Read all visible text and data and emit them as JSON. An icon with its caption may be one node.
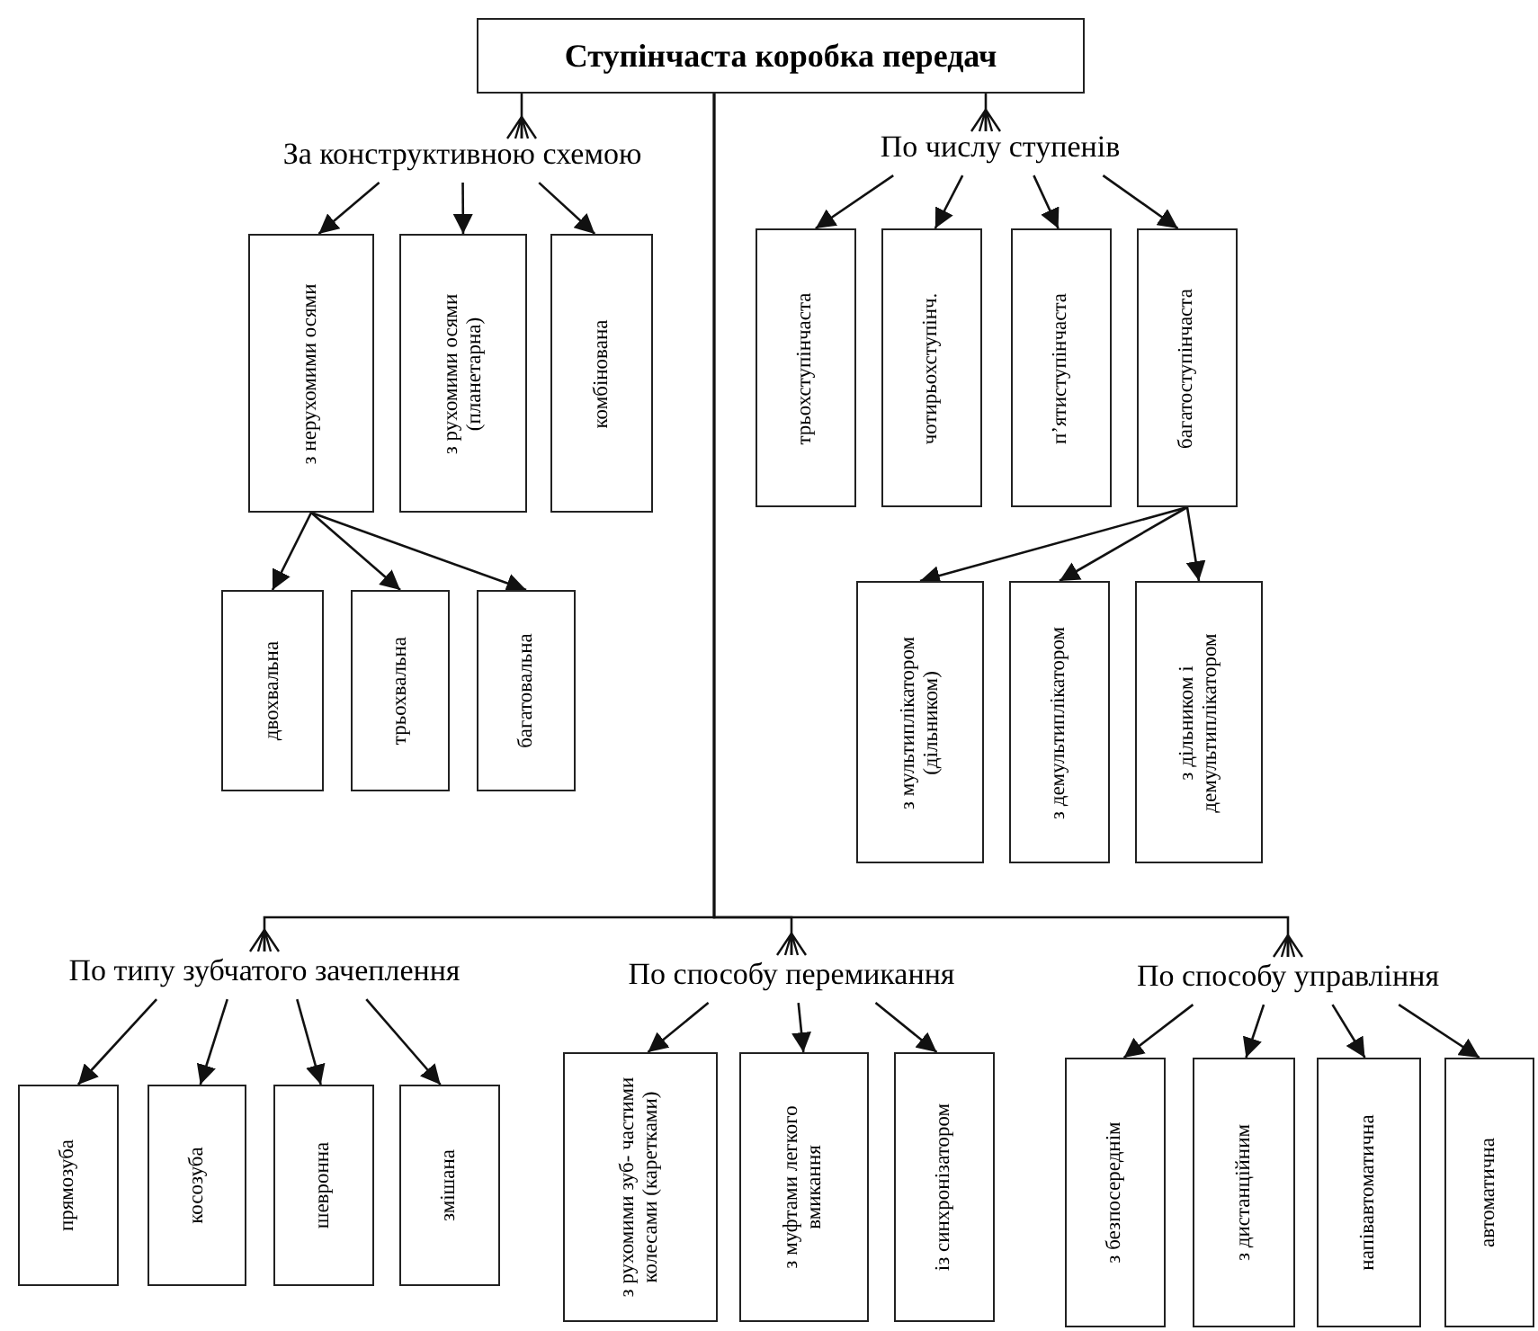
{
  "diagram": {
    "nodes": [
      {
        "text": [
          "Ступінчаста коробка передач"
        ]
      },
      {
        "text": [
          "За конструктивною схемою"
        ]
      },
      {
        "text": [
          "з нерухомими осями"
        ]
      },
      {
        "text": [
          "з рухомими осями (планетарна)"
        ]
      },
      {
        "text": [
          "комбінована"
        ]
      },
      {
        "text": [
          "двохвальна"
        ]
      },
      {
        "text": [
          "трьохвальна"
        ]
      },
      {
        "text": [
          "багатовальна"
        ]
      },
      {
        "text": [
          "По числу ступенів"
        ]
      },
      {
        "text": [
          "трьохступінчаста"
        ]
      },
      {
        "text": [
          "чотирьохступінч."
        ]
      },
      {
        "text": [
          "п’ятиступінчаста"
        ]
      },
      {
        "text": [
          "багатоступінчаста"
        ]
      },
      {
        "text": [
          "з мультиплікатором (дільником)"
        ]
      },
      {
        "text": [
          "з демультиплікатором"
        ]
      },
      {
        "text": [
          "з дільником і демультиплікатором"
        ]
      },
      {
        "text": [
          "По типу зубчатого зачеплення"
        ]
      },
      {
        "text": [
          "прямозуба"
        ]
      },
      {
        "text": [
          "косозуба"
        ]
      },
      {
        "text": [
          "шевронна"
        ]
      },
      {
        "text": [
          "змішана"
        ]
      },
      {
        "text": [
          "По способу перемикання"
        ]
      },
      {
        "text": [
          "з рухомими зуб- частими колесами (каретками)"
        ]
      },
      {
        "text": [
          "з муфтами легкого вмикання"
        ]
      },
      {
        "text": [
          "із синхронізатором"
        ]
      },
      {
        "text": [
          "По способу управління"
        ]
      },
      {
        "text": [
          "з безпосереднім"
        ]
      },
      {
        "text": [
          "з дистанційним"
        ]
      },
      {
        "text": [
          "напівавтоматична"
        ]
      },
      {
        "text": [
          "автоматична"
        ]
      }
    ],
    "edges": [
      {
        "from": 0,
        "to": 1,
        "arrow": "other"
      },
      {
        "from": 1,
        "to": 2,
        "arrow": "to"
      },
      {
        "from": 1,
        "to": 3,
        "arrow": "to"
      },
      {
        "from": 1,
        "to": 4,
        "arrow": "to"
      },
      {
        "from": 2,
        "to": 5,
        "arrow": "to"
      },
      {
        "from": 2,
        "to": 6,
        "arrow": "to"
      },
      {
        "from": 2,
        "to": 7,
        "arrow": "to"
      },
      {
        "from": 0,
        "to": 8,
        "arrow": "other"
      },
      {
        "from": 8,
        "to": 9,
        "arrow": "to"
      },
      {
        "from": 8,
        "to": 10,
        "arrow": "to"
      },
      {
        "from": 8,
        "to": 11,
        "arrow": "to"
      },
      {
        "from": 8,
        "to": 12,
        "arrow": "to"
      },
      {
        "from": 12,
        "to": 13,
        "arrow": "to"
      },
      {
        "from": 12,
        "to": 14,
        "arrow": "to"
      },
      {
        "from": 12,
        "to": 15,
        "arrow": "to"
      },
      {
        "from": 0,
        "to": 16,
        "arrow": "other"
      },
      {
        "from": 16,
        "to": 17,
        "arrow": "to"
      },
      {
        "from": 16,
        "to": 18,
        "arrow": "to"
      },
      {
        "from": 16,
        "to": 19,
        "arrow": "to"
      },
      {
        "from": 16,
        "to": 20,
        "arrow": "to"
      },
      {
        "from": 0,
        "to": 21,
        "arrow": "other"
      },
      {
        "from": 21,
        "to": 22,
        "arrow": "to"
      },
      {
        "from": 21,
        "to": 23,
        "arrow": "to"
      },
      {
        "from": 21,
        "to": 24,
        "arrow": "to"
      },
      {
        "from": 0,
        "to": 25,
        "arrow": "other"
      },
      {
        "from": 25,
        "to": 26,
        "arrow": "to"
      },
      {
        "from": 25,
        "to": 27,
        "arrow": "to"
      },
      {
        "from": 25,
        "to": 28,
        "arrow": "to"
      },
      {
        "from": 25,
        "to": 29,
        "arrow": "to"
      }
    ]
  }
}
